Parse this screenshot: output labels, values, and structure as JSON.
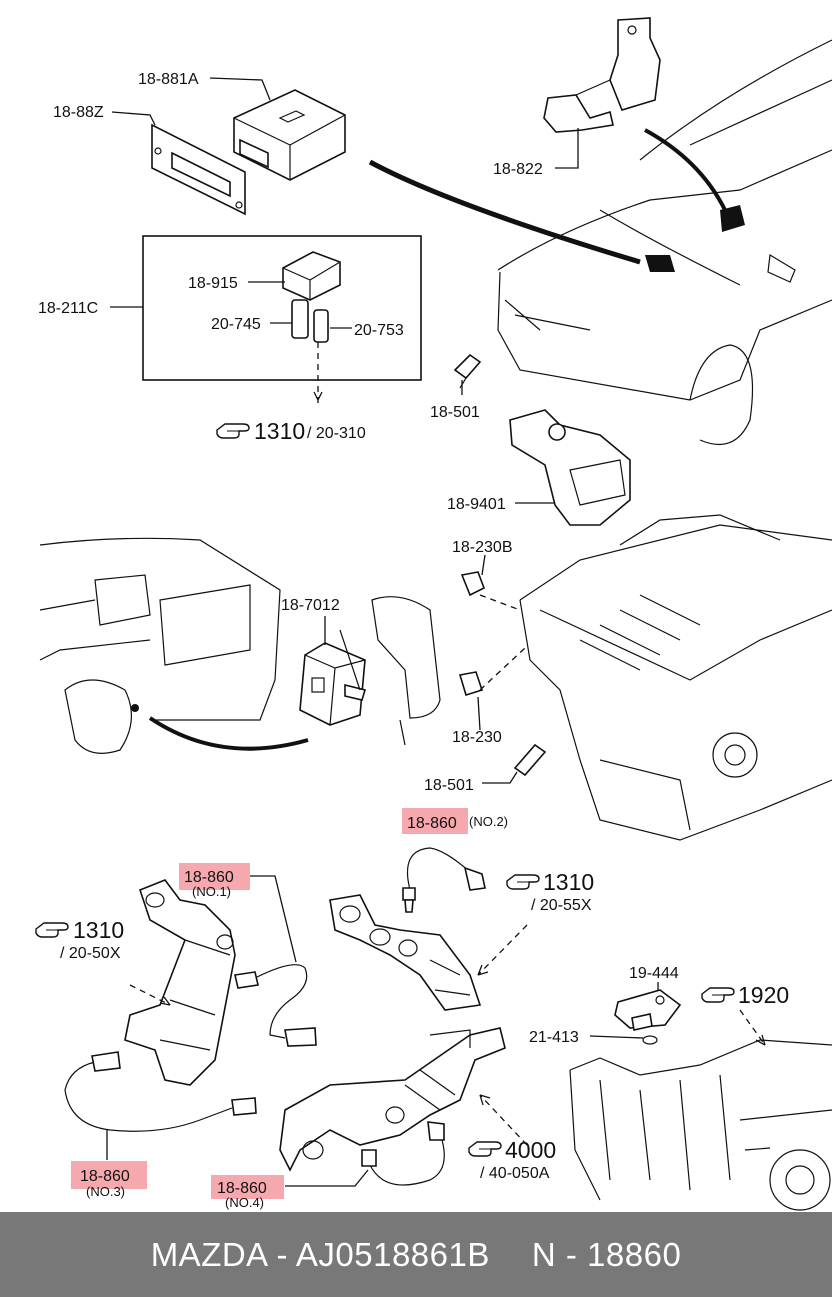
{
  "labels": {
    "l_18_881A": "18-881A",
    "l_18_88Z": "18-88Z",
    "l_18_822": "18-822",
    "l_18_915": "18-915",
    "l_18_211C": "18-211C",
    "l_20_745": "20-745",
    "l_20_753": "20-753",
    "l_1310_a": "1310",
    "l_20_310": "/ 20-310",
    "l_18_501_a": "18-501",
    "l_18_9401": "18-9401",
    "l_18_230B": "18-230B",
    "l_18_7012": "18-7012",
    "l_18_230": "18-230",
    "l_18_501_b": "18-501",
    "l_18_860_no2": "18-860",
    "l_no2": "(NO.2)",
    "l_18_860_no1": "18-860",
    "l_no1": "(NO.1)",
    "l_1310_b": "1310",
    "l_20_55X": "/ 20-55X",
    "l_1310_c": "1310",
    "l_20_50X": "/ 20-50X",
    "l_19_444": "19-444",
    "l_1920": "1920",
    "l_21_413": "21-413",
    "l_4000": "4000",
    "l_40_050A": "/ 40-050A",
    "l_18_860_no3": "18-860",
    "l_no3": "(NO.3)",
    "l_18_860_no4": "18-860",
    "l_no4": "(NO.4)"
  },
  "icons": {
    "reference": "pointing-hand-icon"
  },
  "colors": {
    "highlight": "#f39aa0",
    "footer_bg": "#787878",
    "footer_text": "#ffffff"
  },
  "footer": {
    "brand_part": "MAZDA - AJ0518861B",
    "ref": "N - 18860"
  }
}
